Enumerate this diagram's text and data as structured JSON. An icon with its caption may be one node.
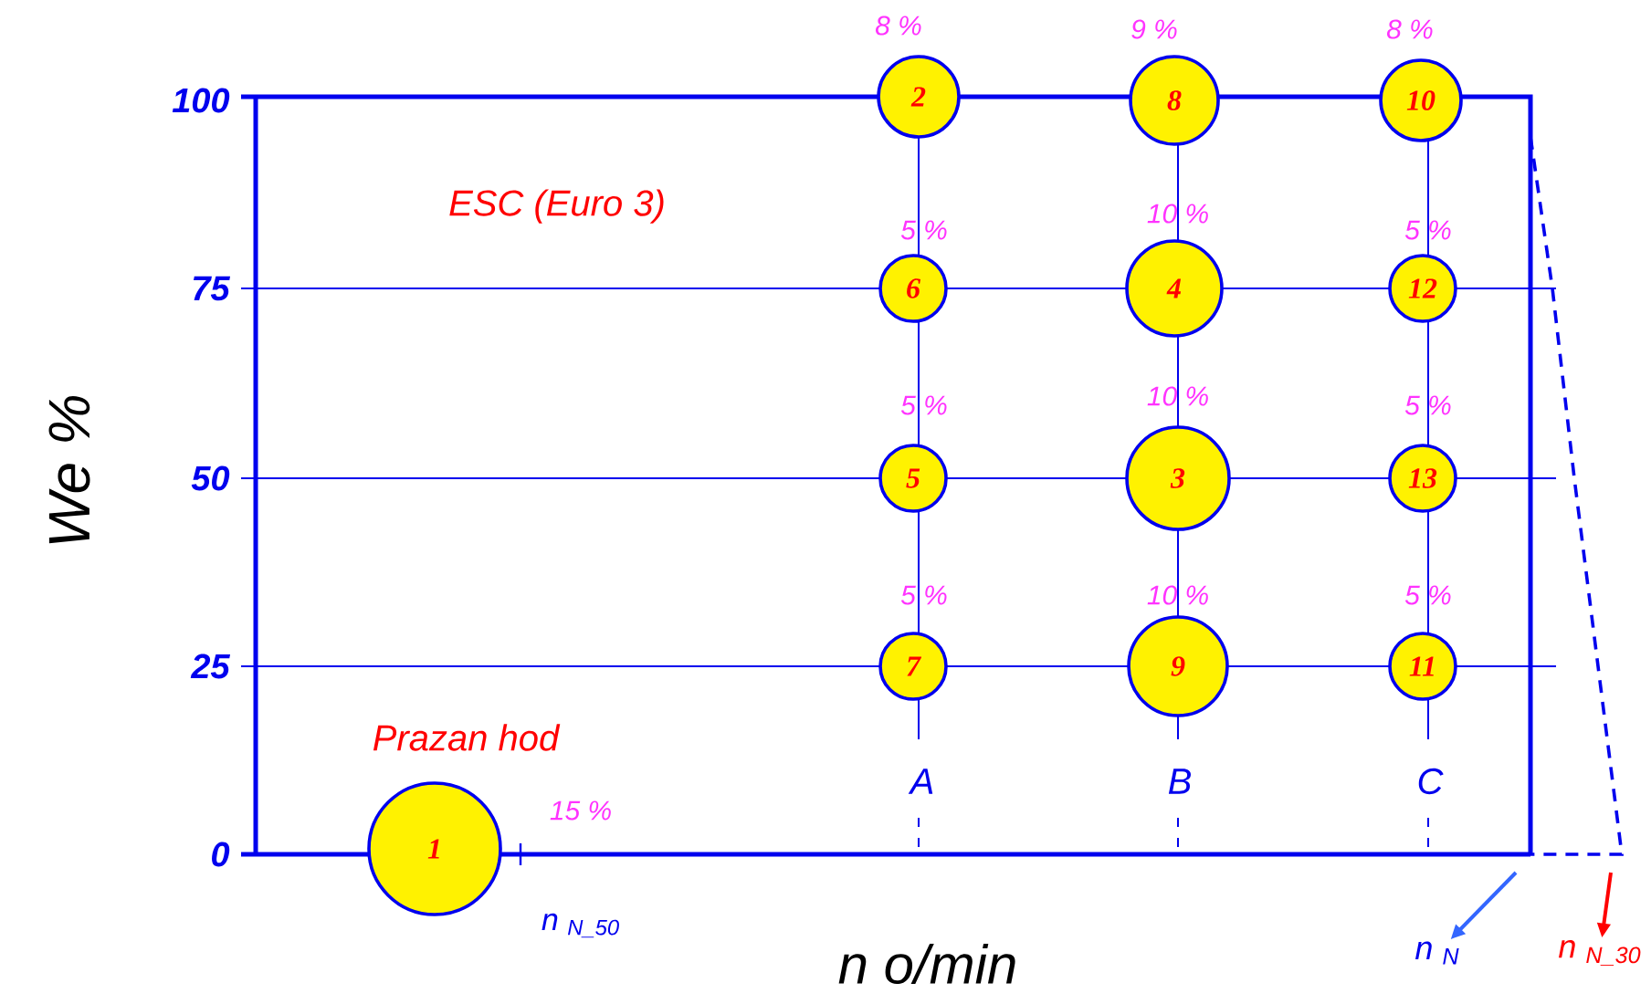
{
  "diagram": {
    "nodes": [
      {
        "text": [
          "1"
        ],
        "beside": [
          "Prazan hod",
          "15 %"
        ]
      },
      {
        "text": [
          "2"
        ],
        "beside": [
          "8 %"
        ]
      },
      {
        "text": [
          "3"
        ],
        "beside": [
          "10 %"
        ]
      },
      {
        "text": [
          "4"
        ],
        "beside": [
          "10 %"
        ]
      },
      {
        "text": [
          "5"
        ],
        "beside": [
          "5 %"
        ]
      },
      {
        "text": [
          "6"
        ],
        "beside": [
          "5 %"
        ]
      },
      {
        "text": [
          "7"
        ],
        "beside": [
          "5 %"
        ]
      },
      {
        "text": [
          "8"
        ],
        "beside": [
          "9 %"
        ]
      },
      {
        "text": [
          "9"
        ],
        "beside": [
          "10 %"
        ]
      },
      {
        "text": [
          "10"
        ],
        "beside": [
          "8 %"
        ]
      },
      {
        "text": [
          "11"
        ],
        "beside": [
          "5 %"
        ]
      },
      {
        "text": [
          "12"
        ],
        "beside": [
          "5 %"
        ]
      },
      {
        "text": [
          "13"
        ],
        "beside": [
          "5 %"
        ]
      },
      {
        "text": [
          "n $_{N}$"
        ]
      },
      {
        "text": [
          "n $_{N_30}$"
        ]
      }
    ],
    "edges": [
      {
        "from": null,
        "to": 13,
        "arrow": "to",
        "color": "#3366ff"
      },
      {
        "from": null,
        "to": 14,
        "arrow": "to",
        "color": "#ff0000"
      }
    ],
    "labels": [
      "100",
      "75",
      "50",
      "25",
      "0",
      "We %",
      "ESC (Euro 3)",
      "A",
      "B",
      "C",
      "n $_{N_50}$",
      "n o/min"
    ]
  }
}
